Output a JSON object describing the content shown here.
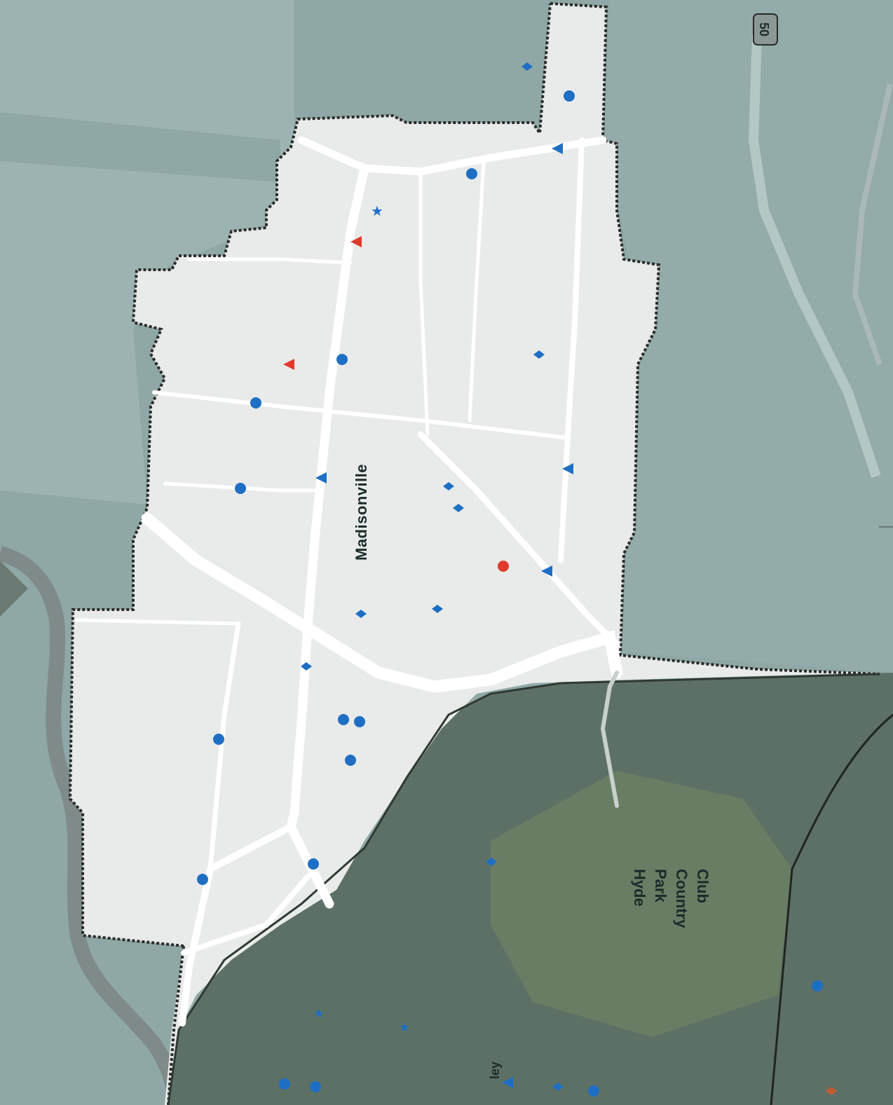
{
  "map": {
    "neighborhood_label": "Madisonville",
    "park_label_lines": [
      "Hyde",
      "Park",
      "Country",
      "Club"
    ],
    "street_label_fragment": "ley",
    "route_shield_label": "50"
  },
  "colors": {
    "outer_area": "#8fa8a6",
    "outer_area_light": "#a9bdbb",
    "highlight_area": "#e8ebe9",
    "southeast_area": "#5d7066",
    "park_area": "#687d63",
    "road": "#ffffff",
    "river": "#7f8b8a",
    "boundary": "#2b2b2b",
    "marker_blue": "#1e6fc4",
    "marker_red": "#e03a2e",
    "marker_orange": "#c25a2e"
  },
  "legend_semantics": {
    "marker_shapes": [
      "circle",
      "diamond",
      "triangle",
      "star"
    ]
  }
}
